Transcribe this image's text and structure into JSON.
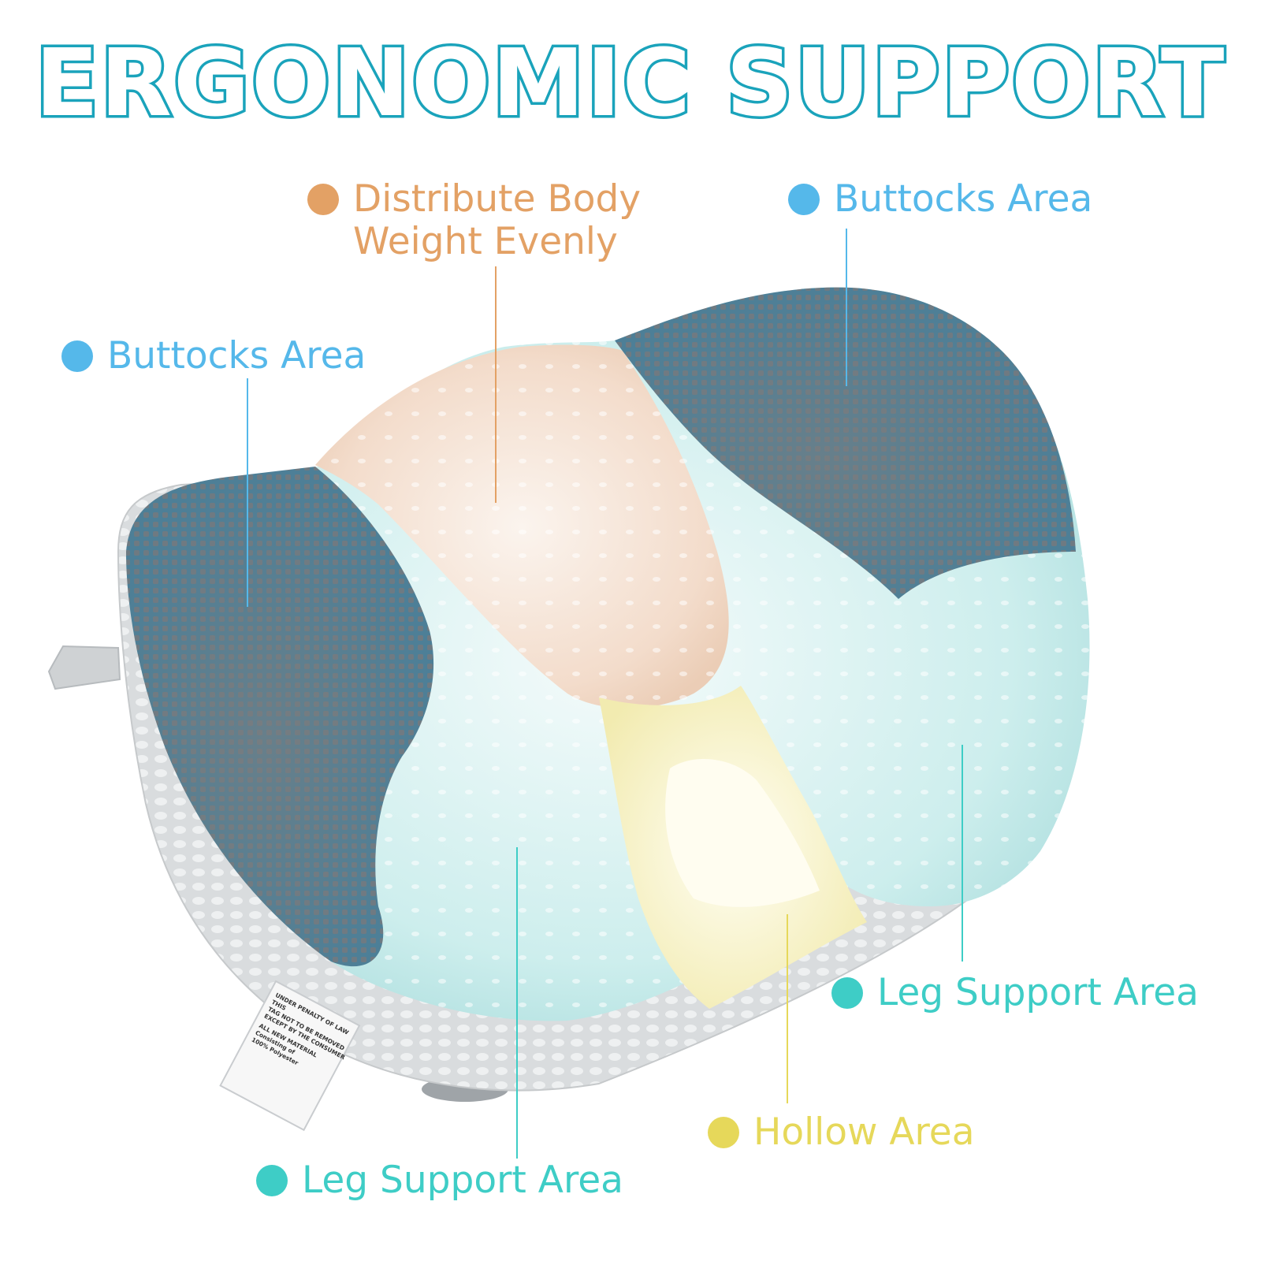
{
  "title": "ERGONOMIC SUPPORT",
  "colors": {
    "title_outline": "#1aa3bb",
    "orange": "#e3a165",
    "blue": "#55b8ea",
    "teal": "#3ecdc6",
    "yellow": "#e6d85a"
  },
  "labels": {
    "distribute_line1": "Distribute Body",
    "distribute_line2": "Weight Evenly",
    "buttocks_right": "Buttocks Area",
    "buttocks_left": "Buttocks Area",
    "leg_right": "Leg Support Area",
    "hollow": "Hollow Area",
    "leg_left": "Leg Support Area"
  },
  "tag_text": [
    "UNDER PENALTY OF LAW THIS",
    "TAG NOT TO BE REMOVED",
    "EXCEPT BY THE CONSUMER",
    "ALL NEW MATERIAL",
    "Consisting of",
    "100% Polyester"
  ]
}
